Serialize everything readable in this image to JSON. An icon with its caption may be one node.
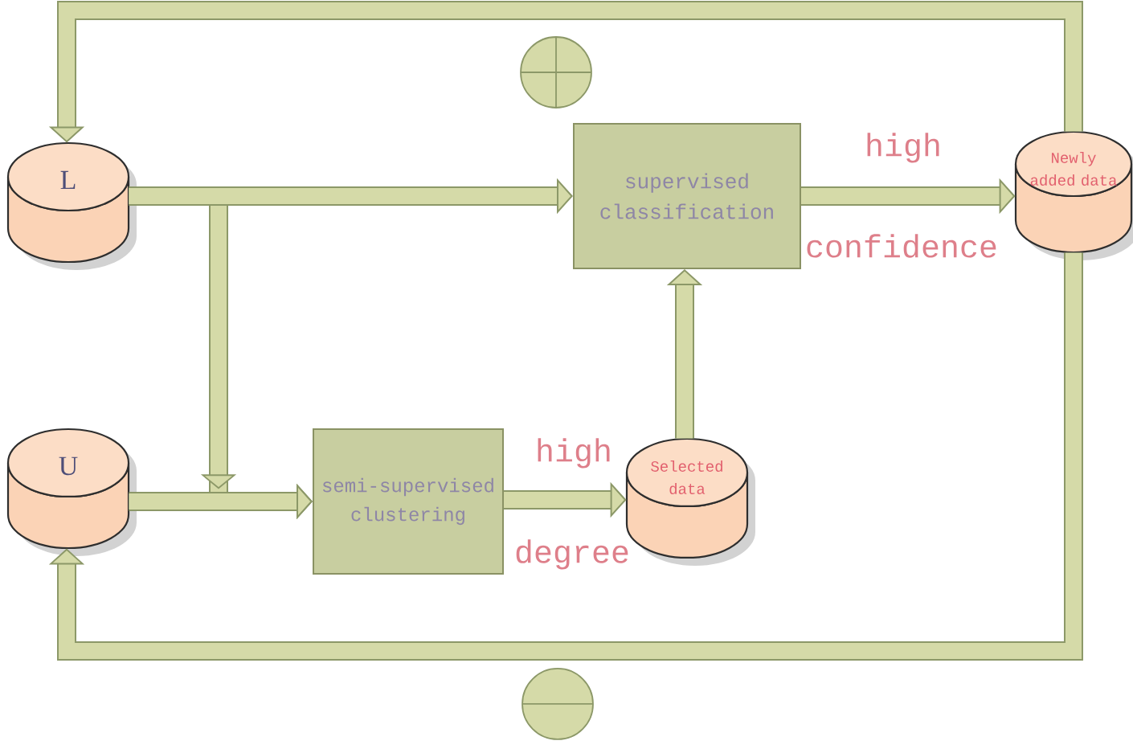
{
  "diagram": {
    "nodes": [
      {
        "text": [
          "L"
        ]
      },
      {
        "text": [
          "supervised classification"
        ]
      },
      {
        "text": [
          "Newly added data"
        ]
      },
      {
        "text": [
          "U"
        ]
      },
      {
        "text": [
          "semi-supervised clustering"
        ]
      },
      {
        "text": [
          "Selected data"
        ]
      }
    ],
    "edges": [
      {
        "from": 0,
        "to": 1,
        "arrow": "to"
      },
      {
        "from": 0,
        "to": 4,
        "arrow": "to"
      },
      {
        "from": 3,
        "to": 4,
        "arrow": "to"
      },
      {
        "from": 4,
        "to": 5,
        "arrow": "to"
      },
      {
        "from": 5,
        "to": 1,
        "arrow": "to"
      },
      {
        "from": 1,
        "to": 2,
        "arrow": "to"
      },
      {
        "from": 2,
        "to": 0,
        "arrow": "to"
      },
      {
        "from": 2,
        "to": 3,
        "arrow": "to"
      }
    ],
    "labels": [
      "high",
      "confidence",
      "high",
      "degree"
    ]
  }
}
